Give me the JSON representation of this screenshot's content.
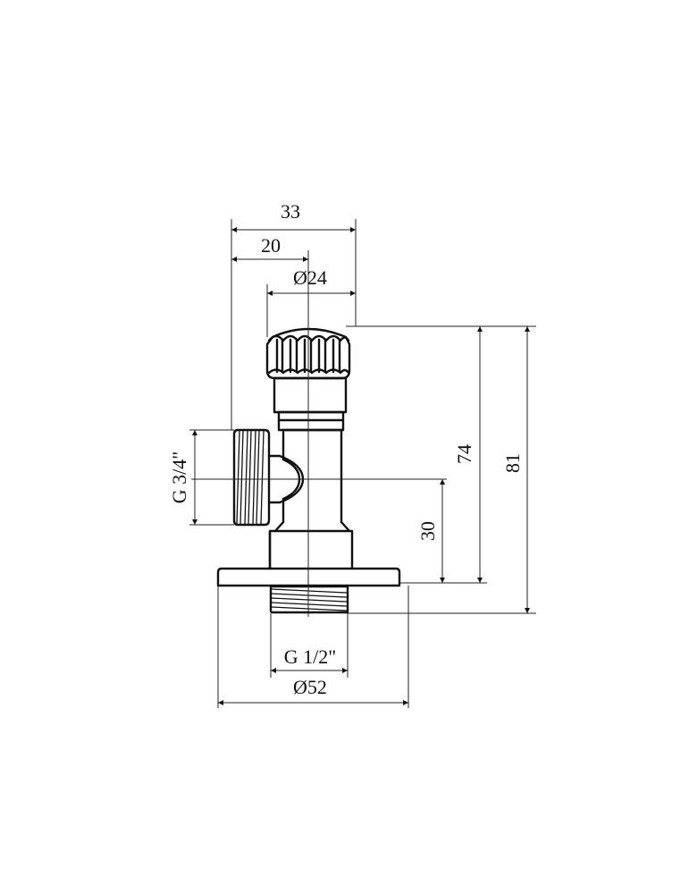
{
  "drawing": {
    "title": "Angle valve technical drawing",
    "background": "#ffffff",
    "line_color": "#111111",
    "units": "mm",
    "dimensions": {
      "overall_width": "33",
      "inlet_offset": "20",
      "handle_diameter": "Ø24",
      "side_thread": "G 3/4\"",
      "height_to_flange": "74",
      "overall_height": "81",
      "outlet_axis_height": "30",
      "bottom_thread": "G 1/2\"",
      "flange_diameter": "Ø52"
    }
  }
}
